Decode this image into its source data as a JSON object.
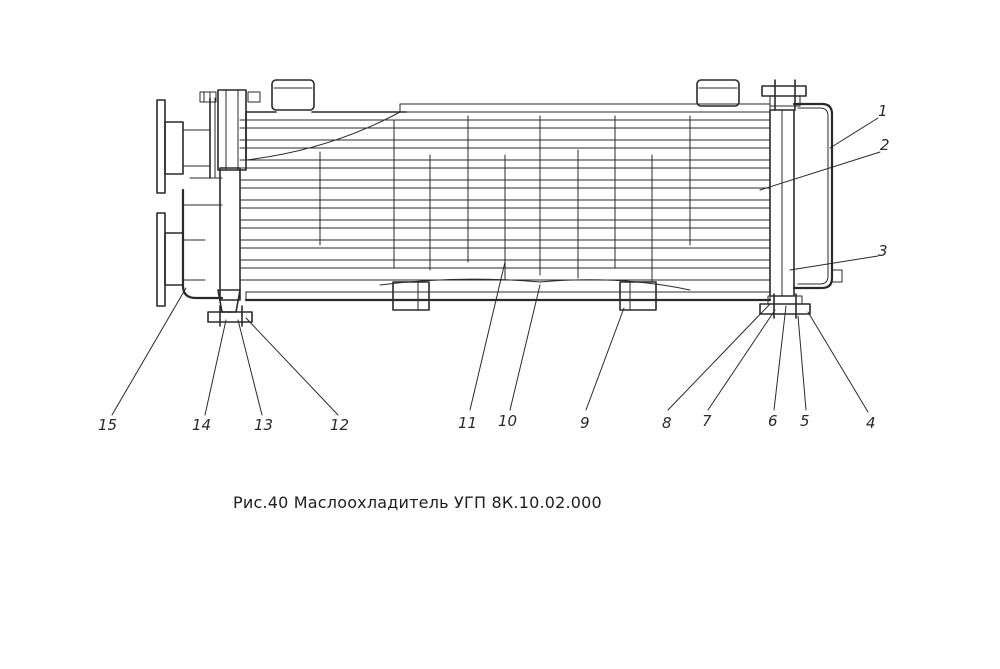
{
  "caption": "Рис.40 Маслоохладитель УГП 8К.10.02.000",
  "callouts": [
    "1",
    "2",
    "3",
    "4",
    "5",
    "6",
    "7",
    "8",
    "9",
    "10",
    "11",
    "12",
    "13",
    "14",
    "15"
  ],
  "colors": {
    "line": "#2a2a2a",
    "background": "#ffffff"
  }
}
